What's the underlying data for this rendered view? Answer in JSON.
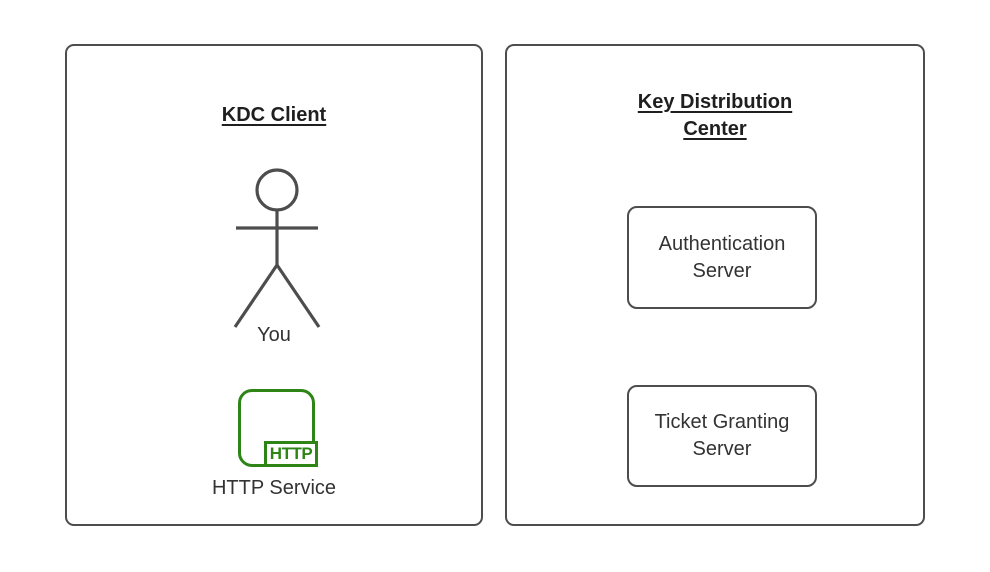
{
  "diagram": {
    "client_panel": {
      "title": "KDC Client",
      "actor_label": "You",
      "http_icon_label": "HTTP",
      "http_service_label": "HTTP Service"
    },
    "kdc_panel": {
      "title": "Key Distribution\nCenter",
      "nodes": [
        {
          "label": "Authentication\nServer"
        },
        {
          "label": "Ticket Granting\nServer"
        }
      ]
    },
    "colors": {
      "panel_stroke": "#4d4d4d",
      "text": "#333333",
      "title_text": "#1f1f1f",
      "http_green": "#2e8515",
      "background": "#ffffff"
    }
  }
}
